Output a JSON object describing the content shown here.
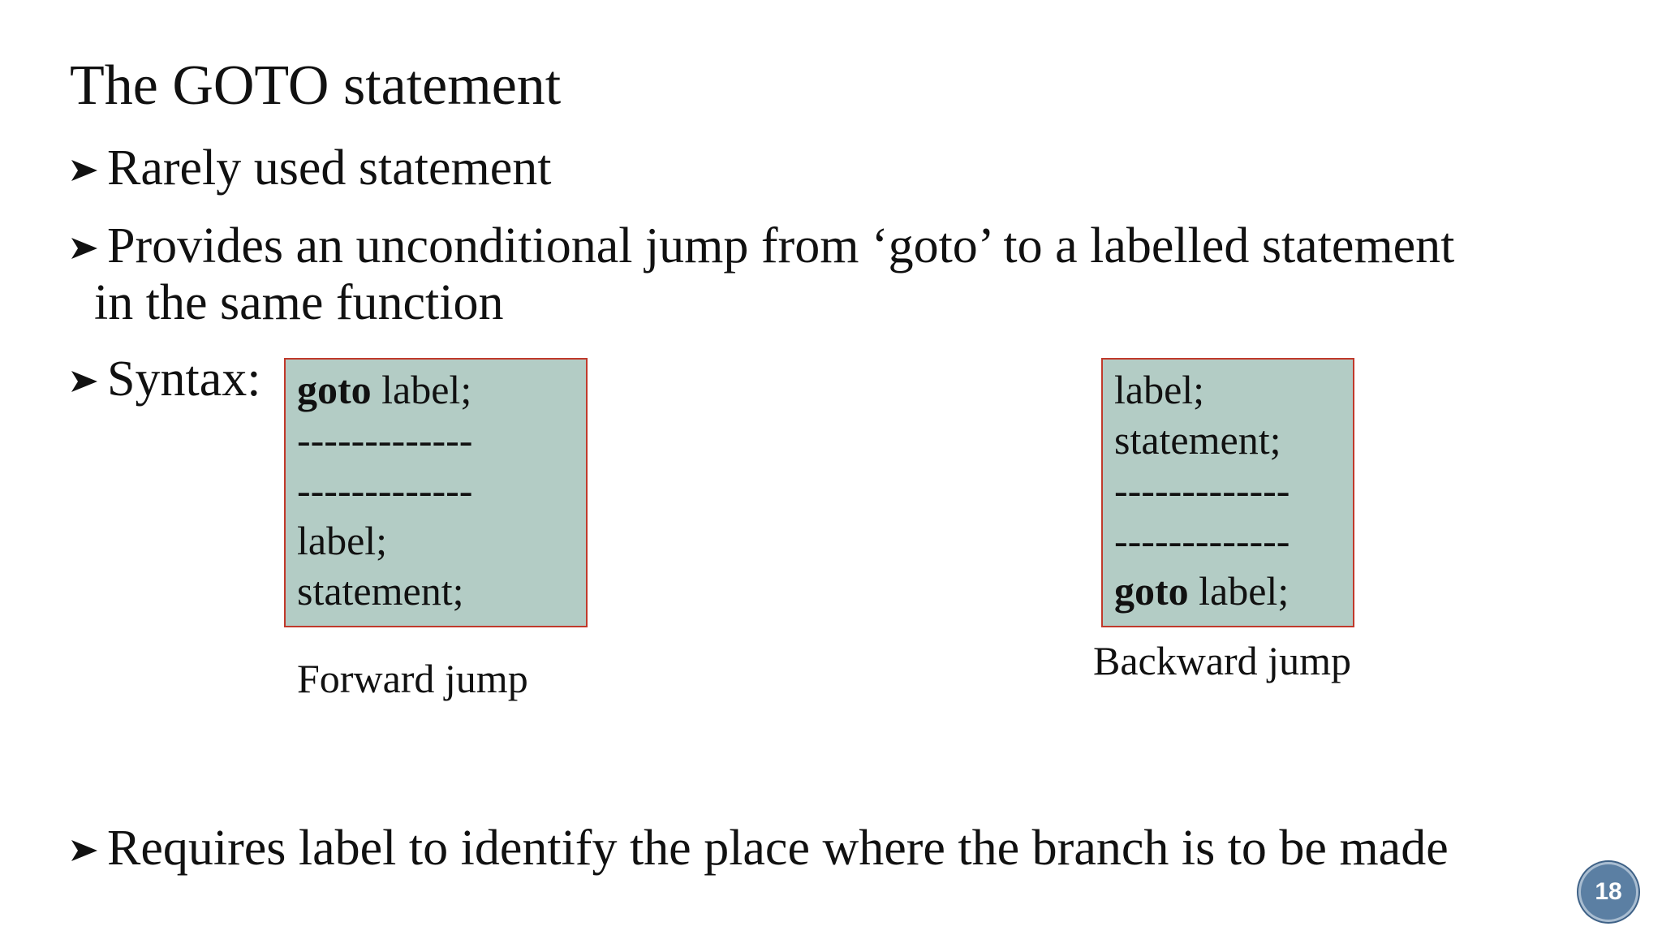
{
  "slide": {
    "title": "The GOTO statement",
    "bullets": [
      {
        "text": "Rarely used statement"
      },
      {
        "text": "Provides an unconditional jump from ‘goto’ to a labelled statement",
        "continuation": "in the same function"
      },
      {
        "text": "Syntax:"
      },
      {
        "text": "Requires label to identify the place where the branch is to be made"
      }
    ],
    "forward_box": {
      "lines": [
        {
          "keyword": "goto",
          "rest": " label;"
        },
        {
          "keyword": "",
          "rest": "-------------"
        },
        {
          "keyword": "",
          "rest": "-------------"
        },
        {
          "keyword": "",
          "rest": "label;"
        },
        {
          "keyword": "",
          "rest": "statement;"
        }
      ],
      "caption": "Forward jump"
    },
    "backward_box": {
      "lines": [
        {
          "keyword": "",
          "rest": "label;"
        },
        {
          "keyword": "",
          "rest": "statement;"
        },
        {
          "keyword": "",
          "rest": "-------------"
        },
        {
          "keyword": "",
          "rest": "-------------"
        },
        {
          "keyword": "goto",
          "rest": " label;"
        }
      ],
      "caption": "Backward jump"
    },
    "page_number": "18",
    "colors": {
      "box_fill": "#b3ccc5",
      "box_border": "#c0392b",
      "badge": "#5b7fa3"
    },
    "icons": {
      "bullet": "arrowhead-bullet-icon"
    }
  }
}
